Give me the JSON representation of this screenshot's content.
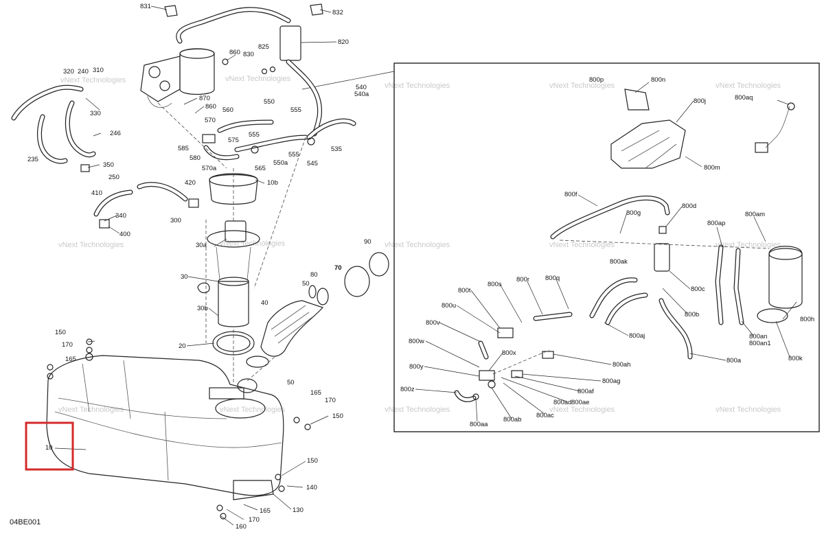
{
  "diagram": {
    "code": "04BE001",
    "highlight_color": "#d42a2a",
    "watermark": "vNext Technologies",
    "callouts": [
      {
        "id": "c831",
        "text": "831"
      },
      {
        "id": "c832",
        "text": "832"
      },
      {
        "id": "c820",
        "text": "820"
      },
      {
        "id": "c860a",
        "text": "860"
      },
      {
        "id": "c825",
        "text": "825"
      },
      {
        "id": "c830",
        "text": "830"
      },
      {
        "id": "c320",
        "text": "320"
      },
      {
        "id": "c240",
        "text": "240"
      },
      {
        "id": "c310",
        "text": "310"
      },
      {
        "id": "c330",
        "text": "330"
      },
      {
        "id": "c246",
        "text": "246"
      },
      {
        "id": "c235",
        "text": "235"
      },
      {
        "id": "c350",
        "text": "350"
      },
      {
        "id": "c410",
        "text": "410"
      },
      {
        "id": "c250",
        "text": "250"
      },
      {
        "id": "c340",
        "text": "340"
      },
      {
        "id": "c400",
        "text": "400"
      },
      {
        "id": "c300",
        "text": "300"
      },
      {
        "id": "c420",
        "text": "420"
      },
      {
        "id": "c870",
        "text": "870"
      },
      {
        "id": "c860b",
        "text": "860"
      },
      {
        "id": "c560",
        "text": "560"
      },
      {
        "id": "c550",
        "text": "550"
      },
      {
        "id": "c555a",
        "text": "555"
      },
      {
        "id": "c540",
        "text": "540"
      },
      {
        "id": "c540a",
        "text": "540a"
      },
      {
        "id": "c570",
        "text": "570"
      },
      {
        "id": "c575",
        "text": "575"
      },
      {
        "id": "c555b",
        "text": "555"
      },
      {
        "id": "c585",
        "text": "585"
      },
      {
        "id": "c580",
        "text": "580"
      },
      {
        "id": "c570a",
        "text": "570a"
      },
      {
        "id": "c565",
        "text": "565"
      },
      {
        "id": "c550a",
        "text": "550a"
      },
      {
        "id": "c555c",
        "text": "555"
      },
      {
        "id": "c545",
        "text": "545"
      },
      {
        "id": "c535",
        "text": "535"
      },
      {
        "id": "c10b",
        "text": "10b"
      },
      {
        "id": "c30a",
        "text": "30a"
      },
      {
        "id": "c30",
        "text": "30"
      },
      {
        "id": "c30b",
        "text": "30b"
      },
      {
        "id": "c20",
        "text": "20"
      },
      {
        "id": "c90",
        "text": "90"
      },
      {
        "id": "c80",
        "text": "80"
      },
      {
        "id": "c70",
        "text": "70"
      },
      {
        "id": "c50a",
        "text": "50"
      },
      {
        "id": "c40",
        "text": "40"
      },
      {
        "id": "c50b",
        "text": "50"
      },
      {
        "id": "c150a",
        "text": "150"
      },
      {
        "id": "c170a",
        "text": "170"
      },
      {
        "id": "c165a",
        "text": "165"
      },
      {
        "id": "c10",
        "text": "10"
      },
      {
        "id": "c165b",
        "text": "165"
      },
      {
        "id": "c170b",
        "text": "170"
      },
      {
        "id": "c150b",
        "text": "150"
      },
      {
        "id": "c150c",
        "text": "150"
      },
      {
        "id": "c140",
        "text": "140"
      },
      {
        "id": "c130",
        "text": "130"
      },
      {
        "id": "c165c",
        "text": "165"
      },
      {
        "id": "c170c",
        "text": "170"
      },
      {
        "id": "c160",
        "text": "160"
      },
      {
        "id": "c800n",
        "text": "800n"
      },
      {
        "id": "c800p",
        "text": "800p"
      },
      {
        "id": "c800j",
        "text": "800j"
      },
      {
        "id": "c800m",
        "text": "800m"
      },
      {
        "id": "c800aq",
        "text": "800aq"
      },
      {
        "id": "c800f",
        "text": "800f"
      },
      {
        "id": "c800g",
        "text": "800g"
      },
      {
        "id": "c800d",
        "text": "800d"
      },
      {
        "id": "c800ap",
        "text": "800ap"
      },
      {
        "id": "c800am",
        "text": "800am"
      },
      {
        "id": "c800ak",
        "text": "800ak"
      },
      {
        "id": "c800c",
        "text": "800c"
      },
      {
        "id": "c800b",
        "text": "800b"
      },
      {
        "id": "c800h",
        "text": "800h"
      },
      {
        "id": "c800an",
        "text": "800an"
      },
      {
        "id": "c800an1",
        "text": "800an1"
      },
      {
        "id": "c800k",
        "text": "800k"
      },
      {
        "id": "c800aj",
        "text": "800aj"
      },
      {
        "id": "c800a",
        "text": "800a"
      },
      {
        "id": "c800t",
        "text": "800t"
      },
      {
        "id": "c800s",
        "text": "800s"
      },
      {
        "id": "c800r",
        "text": "800r"
      },
      {
        "id": "c800q",
        "text": "800q"
      },
      {
        "id": "c800u",
        "text": "800u"
      },
      {
        "id": "c800v",
        "text": "800v"
      },
      {
        "id": "c800w",
        "text": "800w"
      },
      {
        "id": "c800x",
        "text": "800x"
      },
      {
        "id": "c800ah",
        "text": "800ah"
      },
      {
        "id": "c800y",
        "text": "800y"
      },
      {
        "id": "c800ag",
        "text": "800ag"
      },
      {
        "id": "c800z",
        "text": "800z"
      },
      {
        "id": "c800af",
        "text": "800af"
      },
      {
        "id": "c800ad",
        "text": "800ad"
      },
      {
        "id": "c800ae",
        "text": "800ae"
      },
      {
        "id": "c800aa",
        "text": "800aa"
      },
      {
        "id": "c800ab",
        "text": "800ab"
      },
      {
        "id": "c800ac",
        "text": "800ac"
      }
    ]
  }
}
